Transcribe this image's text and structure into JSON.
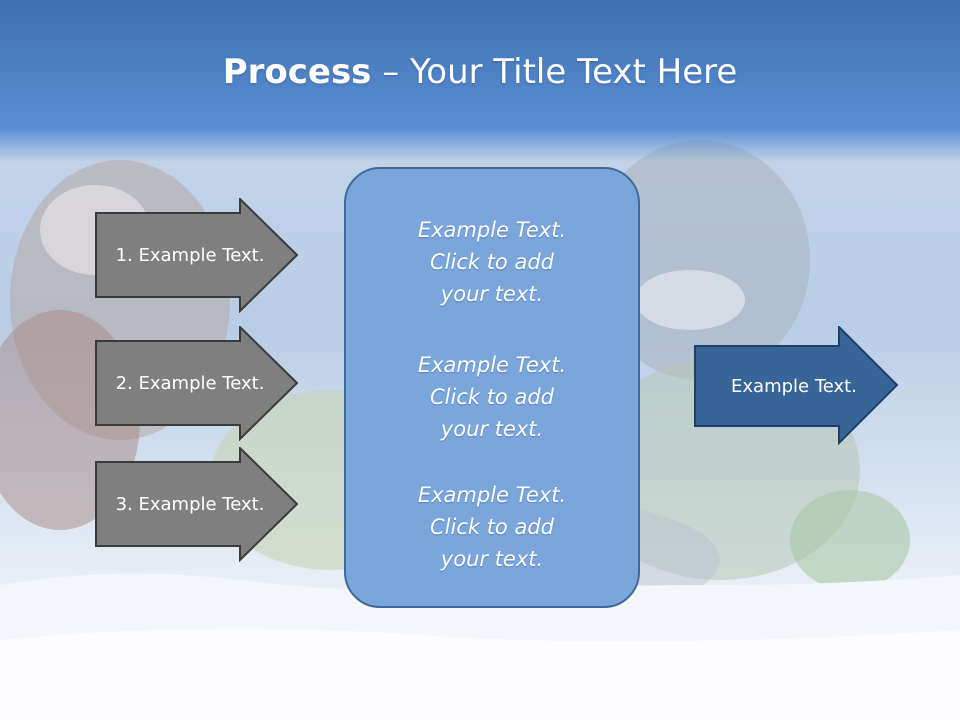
{
  "title": {
    "bold": "Process",
    "rest": " – Your Title Text Here"
  },
  "left_arrows": [
    {
      "label": "1. Example Text."
    },
    {
      "label": "2. Example Text."
    },
    {
      "label": "3. Example Text."
    }
  ],
  "center_box": {
    "items": [
      {
        "text": "Example Text.\nClick  to add\nyour text."
      },
      {
        "text": "Example Text.\nClick  to add\nyour text."
      },
      {
        "text": "Example Text.\nClick  to add\nyour text."
      }
    ]
  },
  "right_arrow": {
    "label": "Example Text."
  },
  "colors": {
    "header": "#4f82c6",
    "gray_arrow": "#7f7f7f",
    "center_box": "#7aa6dc",
    "right_arrow": "#376597"
  }
}
